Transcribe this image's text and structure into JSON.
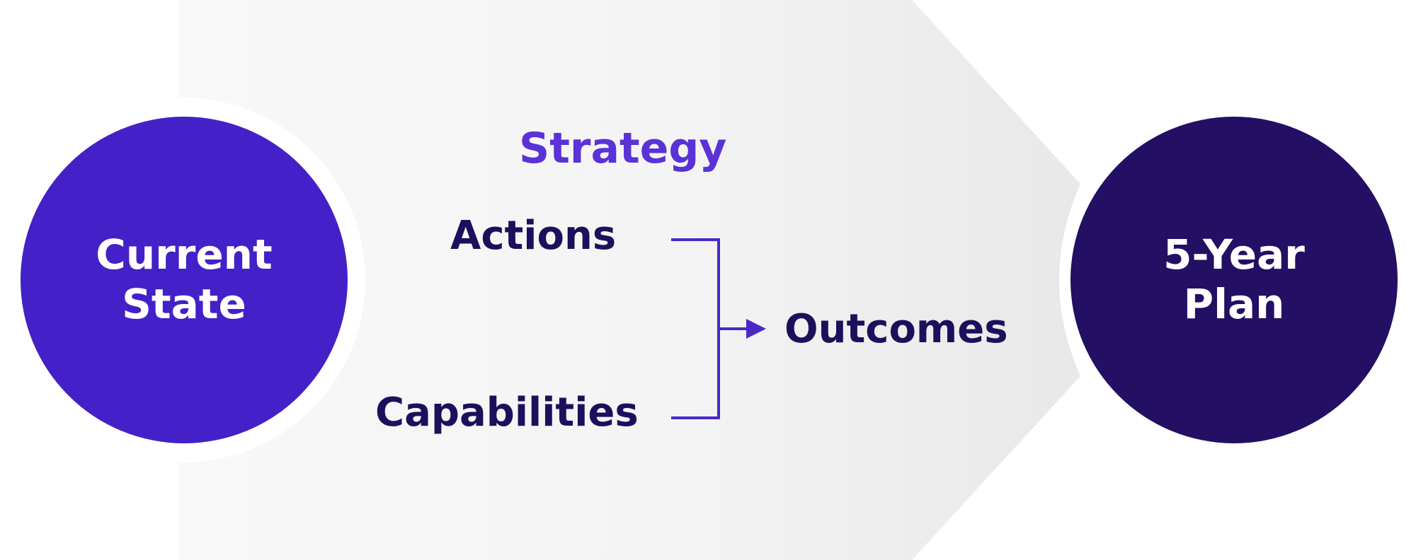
{
  "colors": {
    "background": "#ffffff",
    "arrow_band_light": "#f8f8f8",
    "arrow_band_dark": "#e9e9e9",
    "current_state_fill": "#4420c8",
    "five_year_fill": "#230f63",
    "strategy_text": "#5a32d6",
    "dark_text": "#1e0f5c",
    "connector": "#4a28c6",
    "circle_text": "#ffffff"
  },
  "current_state": {
    "line1": "Current",
    "line2": "State"
  },
  "five_year_plan": {
    "line1": "5-Year",
    "line2": "Plan"
  },
  "strategy": {
    "title": "Strategy",
    "inputs": [
      "Actions",
      "Capabilities"
    ],
    "output": "Outcomes"
  }
}
